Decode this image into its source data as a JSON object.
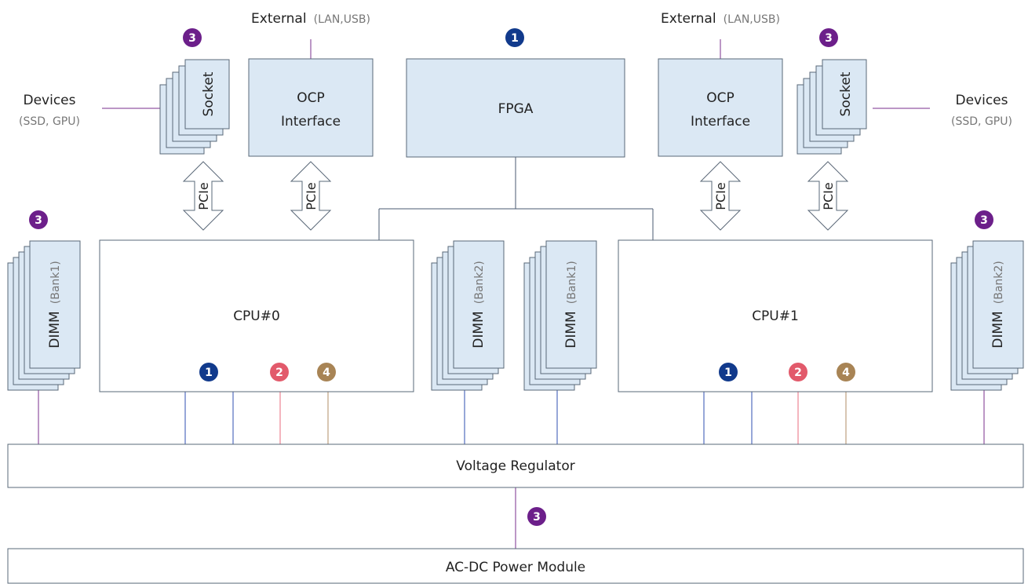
{
  "colors": {
    "box_fill": "#dbe8f4",
    "box_stroke": "#5a6878",
    "line_gray": "#4a5a70",
    "badge_1": "#113a8c",
    "badge_2": "#e25a6b",
    "badge_3": "#6c1f8a",
    "badge_4": "#a88455",
    "line_purple": "#7a2f8e",
    "line_blue": "#2f4fb0",
    "line_pink": "#ea6b7e",
    "line_brown": "#b08e66"
  },
  "labels": {
    "fpga": "FPGA",
    "cpu0": "CPU#0",
    "cpu1": "CPU#1",
    "ocp_line1": "OCP",
    "ocp_line2": "Interface",
    "socket": "Socket",
    "pcie": "PCIe",
    "dimm": "DIMM",
    "bank1": "(Bank1)",
    "bank2": "(Bank2)",
    "external": "External",
    "external_sub": "(LAN,USB)",
    "devices": "Devices",
    "devices_sub": "(SSD, GPU)",
    "voltage_regulator": "Voltage Regulator",
    "power_module": "AC-DC Power Module"
  },
  "badges": {
    "b1": "1",
    "b2": "2",
    "b3": "3",
    "b4": "4"
  }
}
